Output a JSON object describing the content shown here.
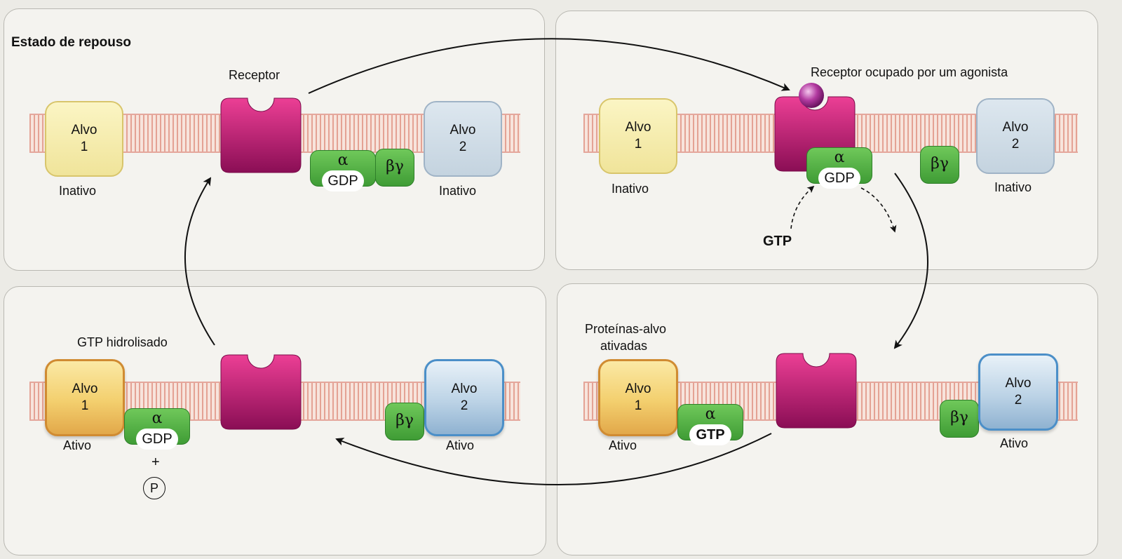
{
  "panels": {
    "top_left": {
      "heading": "Estado de repouso",
      "receptor_label": "Receptor",
      "target1": {
        "name": "Alvo",
        "number": "1",
        "state": "Inativo"
      },
      "target2": {
        "name": "Alvo",
        "number": "2",
        "state": "Inativo"
      },
      "alpha": {
        "symbol": "α",
        "nucleotide": "GDP"
      },
      "betagamma": "βγ"
    },
    "top_right": {
      "receptor_label": "Receptor ocupado por um agonista",
      "target1": {
        "name": "Alvo",
        "number": "1",
        "state": "Inativo"
      },
      "target2": {
        "name": "Alvo",
        "number": "2",
        "state": "Inativo"
      },
      "alpha": {
        "symbol": "α",
        "nucleotide": "GDP"
      },
      "betagamma": "βγ",
      "incoming": "GTP"
    },
    "bottom_right": {
      "heading_line1": "Proteínas-alvo",
      "heading_line2": "ativadas",
      "target1": {
        "name": "Alvo",
        "number": "1",
        "state": "Ativo"
      },
      "target2": {
        "name": "Alvo",
        "number": "2",
        "state": "Ativo"
      },
      "alpha": {
        "symbol": "α",
        "nucleotide": "GTP"
      },
      "betagamma": "βγ"
    },
    "bottom_left": {
      "heading": "GTP hidrolisado",
      "target1": {
        "name": "Alvo",
        "number": "1",
        "state": "Ativo"
      },
      "target2": {
        "name": "Alvo",
        "number": "2",
        "state": "Ativo"
      },
      "alpha": {
        "symbol": "α",
        "nucleotide": "GDP"
      },
      "betagamma": "βγ",
      "plus": "+",
      "phosphate": "P"
    }
  },
  "colors": {
    "receptor": "#c8106e",
    "g_protein": "#4fae3f",
    "agonist": "#a0308a",
    "membrane": "#e4a79c"
  }
}
